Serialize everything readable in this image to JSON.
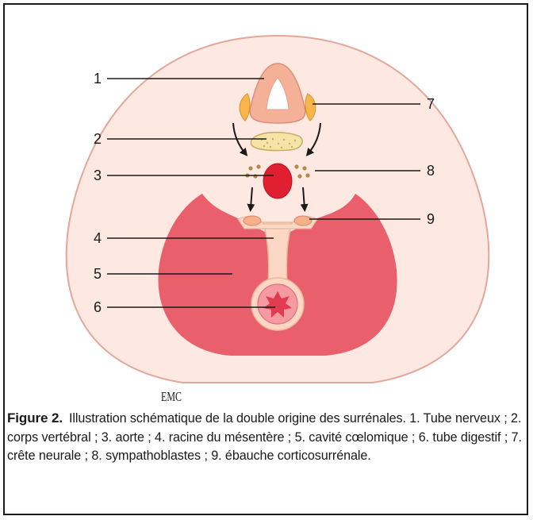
{
  "figure": {
    "labels": [
      "1",
      "2",
      "3",
      "4",
      "5",
      "6",
      "7",
      "8",
      "9"
    ],
    "logo": "EMC",
    "caption_label": "Figure 2.",
    "caption_text": "Illustration schématique de la double origine des surrénales. 1. Tube nerveux ; 2. corps vertébral ; 3. aorte ; 4. racine du mésentère ; 5. cavité cœlomique ; 6. tube digestif ; 7. crête neurale ; 8. sympathoblastes ; 9. ébauche corticosurrénale."
  },
  "colors": {
    "body": "#fde8e2",
    "body_outline": "#e2a79a",
    "cavity": "#ea5f6c",
    "aorta": "#e02030",
    "neural_tube": "#f4b198",
    "crest": "#f7b64a",
    "vertebra": "#f5e3a8",
    "mesentery": "#fcd8c4",
    "dots": "#b48a4a"
  }
}
